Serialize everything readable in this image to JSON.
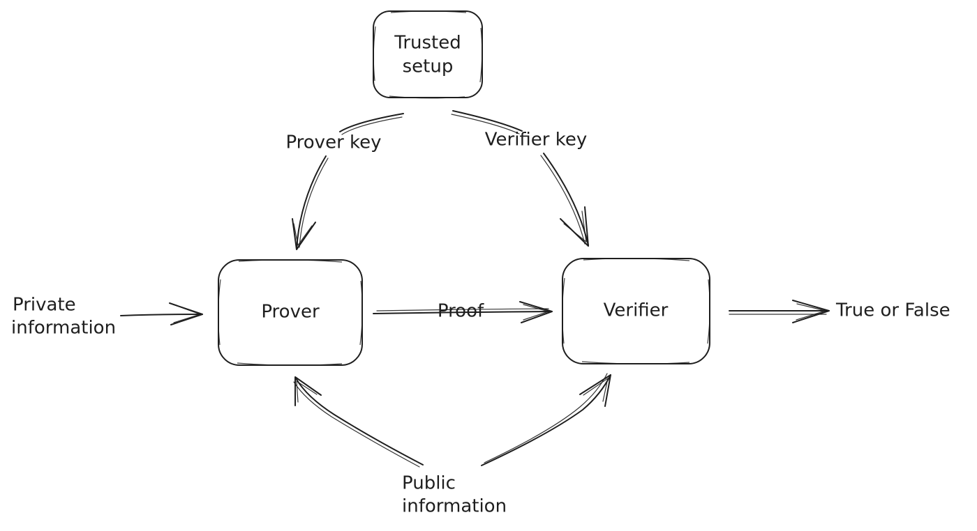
{
  "nodes": {
    "trusted_setup": {
      "line1": "Trusted",
      "line2": "setup"
    },
    "prover": {
      "label": "Prover"
    },
    "verifier": {
      "label": "Verifier"
    }
  },
  "edges": {
    "prover_key": "Prover key",
    "verifier_key": "Verifier key",
    "proof": "Proof"
  },
  "inputs_outputs": {
    "private_information": {
      "line1": "Private",
      "line2": "information"
    },
    "public_information": {
      "line1": "Public",
      "line2": "information"
    },
    "result": "True or False"
  }
}
